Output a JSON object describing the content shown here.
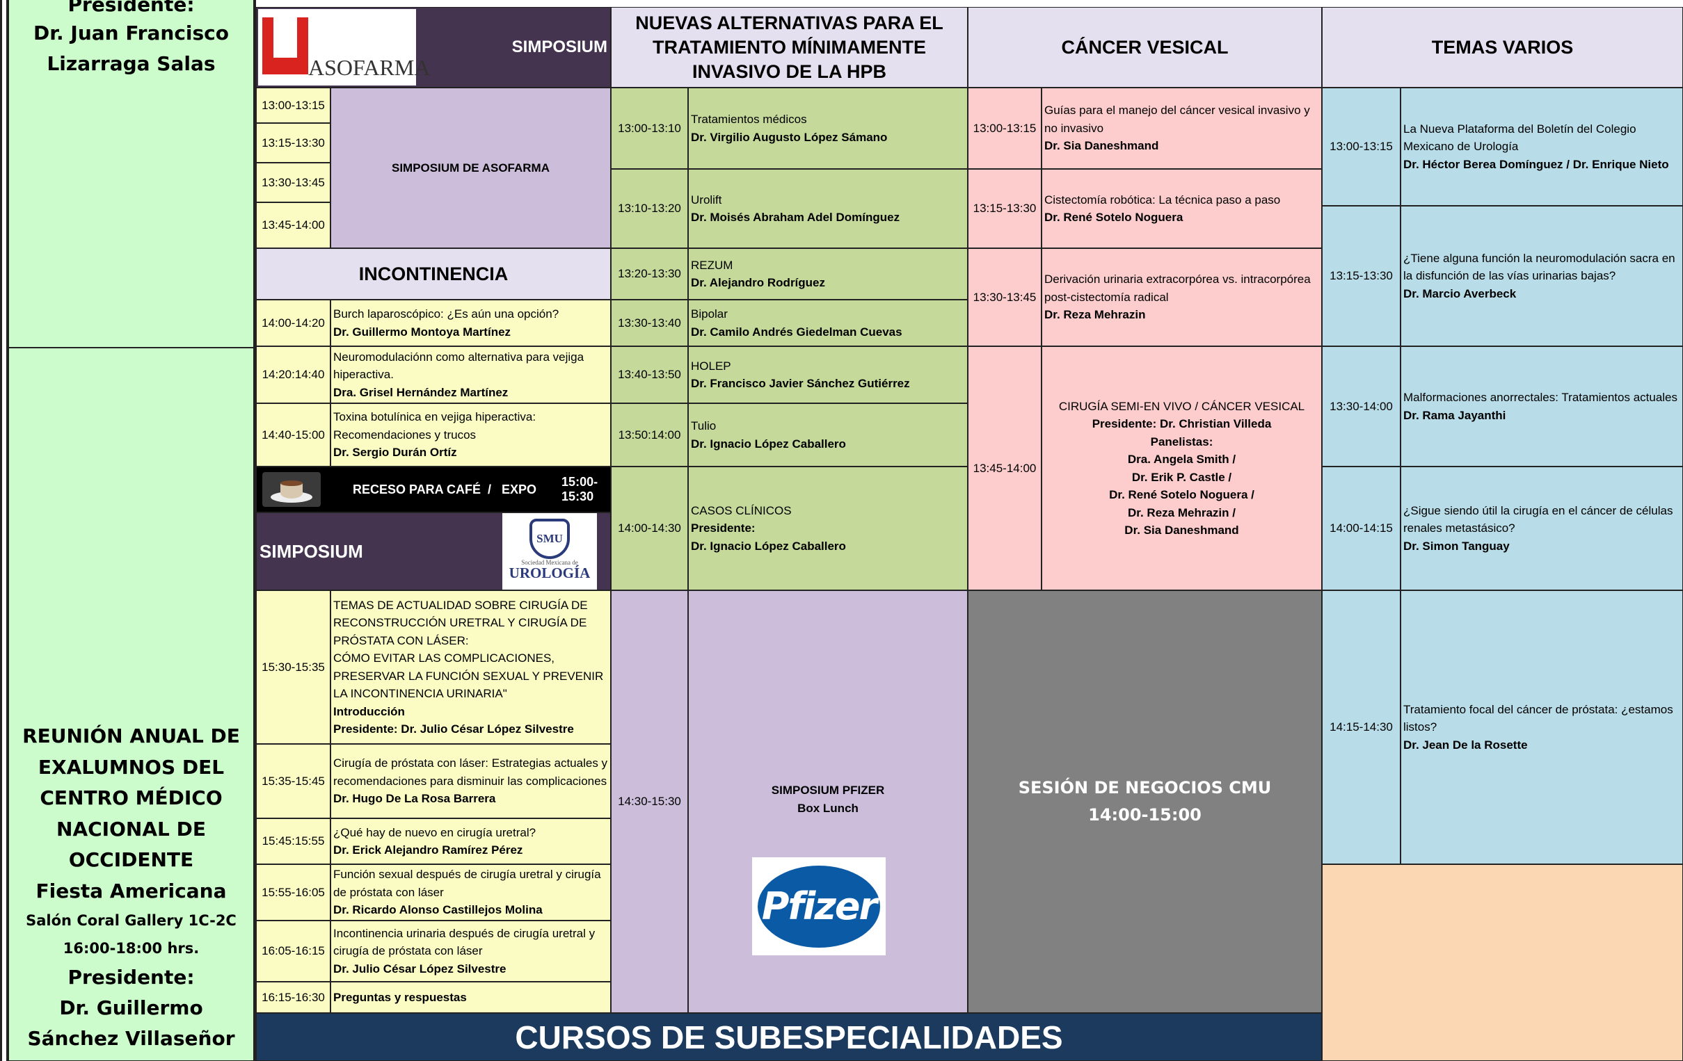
{
  "sidebar": {
    "top": {
      "label": "Presidente:",
      "name_line1": "Dr. Juan Francisco",
      "name_line2": "Lizarraga Salas"
    },
    "bottom": {
      "title_lines": [
        "REUNIÓN ANUAL DE",
        "EXALUMNOS DEL",
        "CENTRO MÉDICO",
        "NACIONAL DE",
        "OCCIDENTE"
      ],
      "venue": "Fiesta Americana",
      "room": "Salón Coral Gallery 1C-2C",
      "hours": "16:00-18:00 hrs.",
      "label": "Presidente:",
      "name_line1": "Dr. Guillermo",
      "name_line2": "Sánchez Villaseñor"
    }
  },
  "col1": {
    "sponsor_logo_text": "ASOFARMA",
    "simposium_label": "SIMPOSIUM",
    "asofarma_times": [
      "13:00-13:15",
      "13:15-13:30",
      "13:30-13:45",
      "13:45-14:00"
    ],
    "asofarma_title": "SIMPOSIUM DE ASOFARMA",
    "incontinencia_title": "INCONTINENCIA",
    "sessions": [
      {
        "time": "14:00-14:20",
        "topic": "Burch laparoscópico: ¿Es aún una opción?",
        "speaker": "Dr. Guillermo Montoya Martínez"
      },
      {
        "time": "14:20:14:40",
        "topic": "Neuromodulaciónn como alternativa para vejiga hiperactiva.",
        "speaker": "Dra. Grisel Hernández Martínez"
      },
      {
        "time": "14:40-15:00",
        "topic": "Toxina botulínica en vejiga hiperactiva: Recomendaciones y trucos",
        "speaker": "Dr. Sergio Durán Ortíz"
      }
    ],
    "break_label": "RECESO PARA CAFÉ  /   EXPO",
    "break_time": "15:00-15:30",
    "smu_simposium": "SIMPOSIUM",
    "smu_logo_text": "SMU",
    "smu_logo_sub": "Sociedad Mexicana de",
    "smu_logo_main": "UROLOGÍA",
    "urethra": [
      {
        "time": "15:30-15:35",
        "topic": "TEMAS DE ACTUALIDAD SOBRE CIRUGÍA DE RECONSTRUCCIÓN URETRAL Y CIRUGÍA DE PRÓSTATA CON LÁSER:\nCÓMO EVITAR LAS COMPLICACIONES, PRESERVAR LA FUNCIÓN SEXUAL  Y PREVENIR LA INCONTINENCIA URINARIA\"",
        "bold1": "Introducción",
        "speaker": "Presidente:  Dr. Julio César López Silvestre"
      },
      {
        "time": "15:35-15:45",
        "topic": "Cirugía de próstata con láser: Estrategias actuales y recomendaciones para disminuir las complicaciones",
        "speaker": "Dr. Hugo De La Rosa Barrera"
      },
      {
        "time": "15:45:15:55",
        "topic": "¿Qué hay de nuevo en cirugía uretral?",
        "speaker": "Dr. Erick Alejandro Ramírez Pérez"
      },
      {
        "time": "15:55-16:05",
        "topic": "Función sexual después de cirugía uretral y cirugía de próstata con láser",
        "speaker": "Dr. Ricardo Alonso Castillejos Molina"
      },
      {
        "time": "16:05-16:15",
        "topic": "Incontinencia urinaria después de cirugía uretral y cirugía de próstata con láser",
        "speaker": "Dr. Julio César López Silvestre"
      },
      {
        "time": "16:15-16:30",
        "topic": "",
        "speaker": "Preguntas y respuestas"
      }
    ]
  },
  "col2": {
    "header": "NUEVAS ALTERNATIVAS PARA EL TRATAMIENTO MÍNIMAMENTE INVASIVO DE LA HPB",
    "sessions": [
      {
        "time": "13:00-13:10",
        "topic": "Tratamientos médicos",
        "speaker": "Dr. Virgilio  Augusto López Sámano"
      },
      {
        "time": "13:10-13:20",
        "topic": "Urolift",
        "speaker": "Dr. Moisés Abraham Adel Domínguez"
      },
      {
        "time": "13:20-13:30",
        "topic": "REZUM",
        "speaker": "Dr. Alejandro Rodríguez"
      },
      {
        "time": "13:30-13:40",
        "topic": "Bipolar",
        "speaker": "Dr. Camilo Andrés Giedelman Cuevas"
      },
      {
        "time": "13:40-13:50",
        "topic": "HOLEP",
        "speaker": "Dr.  Francisco Javier Sánchez Gutiérrez"
      },
      {
        "time": "13:50:14:00",
        "topic": "Tulio",
        "speaker": "Dr. Ignacio López Caballero"
      },
      {
        "time": "14:00-14:30",
        "topic": "CASOS CLÍNICOS",
        "label": "Presidente:",
        "speaker": "Dr. Ignacio López Caballero"
      }
    ],
    "pfizer_time": "14:30-15:30",
    "pfizer_title": "SIMPOSIUM PFIZER",
    "pfizer_sub": "Box Lunch",
    "pfizer_logo": "Pfizer"
  },
  "col3": {
    "header": "CÁNCER VESICAL",
    "sessions": [
      {
        "time": "13:00-13:15",
        "topic": "Guías para el manejo del cáncer vesical invasivo y no invasivo",
        "speaker": "Dr. Sia Daneshmand"
      },
      {
        "time": "13:15-13:30",
        "topic": "Cistectomía robótica: La técnica paso a paso",
        "speaker": "Dr. René Sotelo Noguera"
      },
      {
        "time": "13:30-13:45",
        "topic": "Derivación urinaria extracorpórea vs. intracorpórea post-cistectomía radical",
        "speaker": "Dr. Reza Mehrazin"
      }
    ],
    "live": {
      "time": "13:45-14:00",
      "title": "CIRUGÍA SEMI-EN VIVO / CÁNCER VESICAL",
      "lines": [
        "Presidente: Dr. Christian Villeda",
        "Panelistas:",
        "Dra. Angela Smith /",
        "Dr. Erik P. Castle /",
        "Dr. René Sotelo Noguera /",
        "Dr. Reza Mehrazin /",
        "Dr. Sia Daneshmand"
      ]
    },
    "business_title": "SESIÓN DE NEGOCIOS CMU",
    "business_time": "14:00-15:00"
  },
  "col4": {
    "header": "TEMAS VARIOS",
    "sessions": [
      {
        "time": "13:00-13:15",
        "topic": "La Nueva Plataforma del  Boletín del Colegio Mexicano de Urología",
        "speaker": "Dr. Héctor Berea Domínguez / Dr. Enrique Nieto"
      },
      {
        "time": "13:15-13:30",
        "topic": "¿Tiene alguna función la neuromodulación sacra en la disfunción de las vías urinarias bajas?",
        "speaker": "Dr. Marcio Averbeck"
      },
      {
        "time": "13:30-14:00",
        "topic": "Malformaciones anorrectales: Tratamientos actuales",
        "speaker": "Dr.  Rama Jayanthi"
      },
      {
        "time": "14:00-14:15",
        "topic": "¿Sigue siendo útil la cirugía en el cáncer de células renales metastásico?",
        "speaker": "Dr. Simon Tanguay"
      },
      {
        "time": "14:15-14:30",
        "topic": "Tratamiento focal del cáncer de próstata: ¿estamos listos?",
        "speaker": "Dr. Jean De la Rosette"
      }
    ]
  },
  "footer": {
    "title": "CURSOS DE SUBESPECIALIDADES"
  },
  "icons": {
    "coffee": "coffee-cup-icon"
  },
  "colors": {
    "green": "#ccfccc",
    "lilac": "#ccbedb",
    "yellow": "#fafcc4",
    "olive": "#c5d99b",
    "pink": "#fdcdcd",
    "blue": "#b8dde8",
    "gray": "#818181",
    "peach": "#fcd7b3",
    "dark": "#44344f",
    "navy": "#1c3a5e"
  }
}
